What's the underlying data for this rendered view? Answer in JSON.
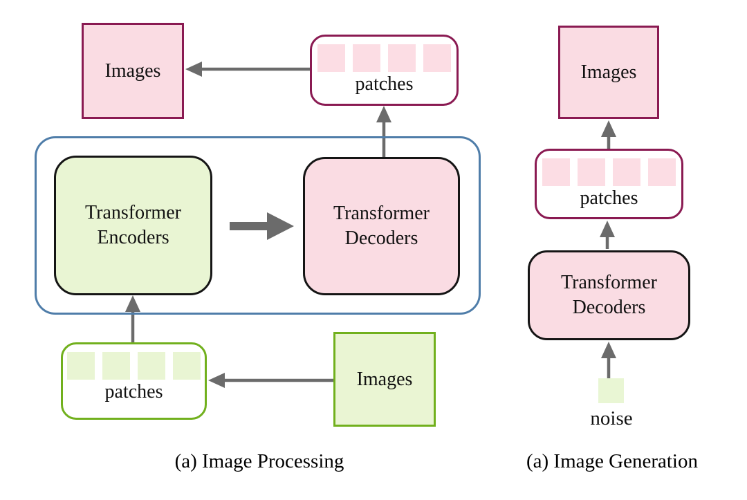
{
  "left": {
    "caption": "(a) Image Processing",
    "images_output_label": "Images",
    "patches_output_label": "patches",
    "encoder_label": "Transformer Encoders",
    "decoder_label": "Transformer Decoders",
    "patches_input_label": "patches",
    "images_input_label": "Images",
    "patch_count": 4
  },
  "right": {
    "caption": "(a) Image Generation",
    "images_label": "Images",
    "patches_label": "patches",
    "decoder_label": "Transformer Decoders",
    "noise_label": "noise",
    "patch_count": 4
  },
  "colors": {
    "pink_fill": "#fadce3",
    "pink_patch": "#fcdde4",
    "maroon_border": "#8a1a52",
    "green_fill": "#eaf5d3",
    "green_patch": "#e9f5d3",
    "green_border": "#71b01d",
    "blue_border": "#4f7da9",
    "box_border_black": "#151515",
    "arrow_gray": "#6b6b6b"
  }
}
